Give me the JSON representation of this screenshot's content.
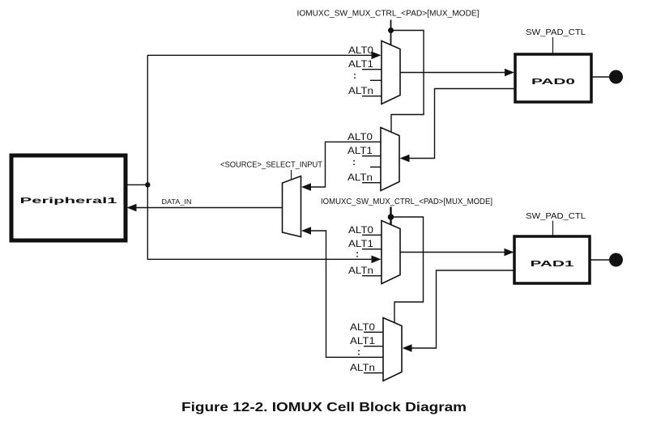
{
  "diagram": {
    "caption": "Figure 12-2. IOMUX Cell Block Diagram",
    "peripheral": {
      "label": "Peripheral1"
    },
    "data_in_label": "DATA_IN",
    "select_input_label": "<SOURCE>_SELECT_INPUT",
    "mux_ctrl_labels": [
      "IOMUXC_SW_MUX_CTRL_<PAD>[MUX_MODE]",
      "IOMUXC_SW_MUX_CTRL_<PAD>[MUX_MODE]"
    ],
    "pads": [
      {
        "label": "PAD0",
        "ctl_label": "SW_PAD_CTL"
      },
      {
        "label": "PAD1",
        "ctl_label": "SW_PAD_CTL"
      }
    ],
    "muxes": [
      {
        "inputs": [
          "ALT0",
          "ALT1",
          ":",
          "ALTn"
        ]
      },
      {
        "inputs": [
          "ALT0",
          "ALT1",
          ":",
          "ALTn"
        ]
      },
      {
        "inputs": [
          "ALT0",
          "ALT1",
          ":",
          "ALTn"
        ]
      },
      {
        "inputs": [
          "ALT0",
          "ALT1",
          ":",
          "ALTn"
        ]
      }
    ],
    "colors": {
      "background": "#ffffff",
      "line": "#111111"
    }
  }
}
